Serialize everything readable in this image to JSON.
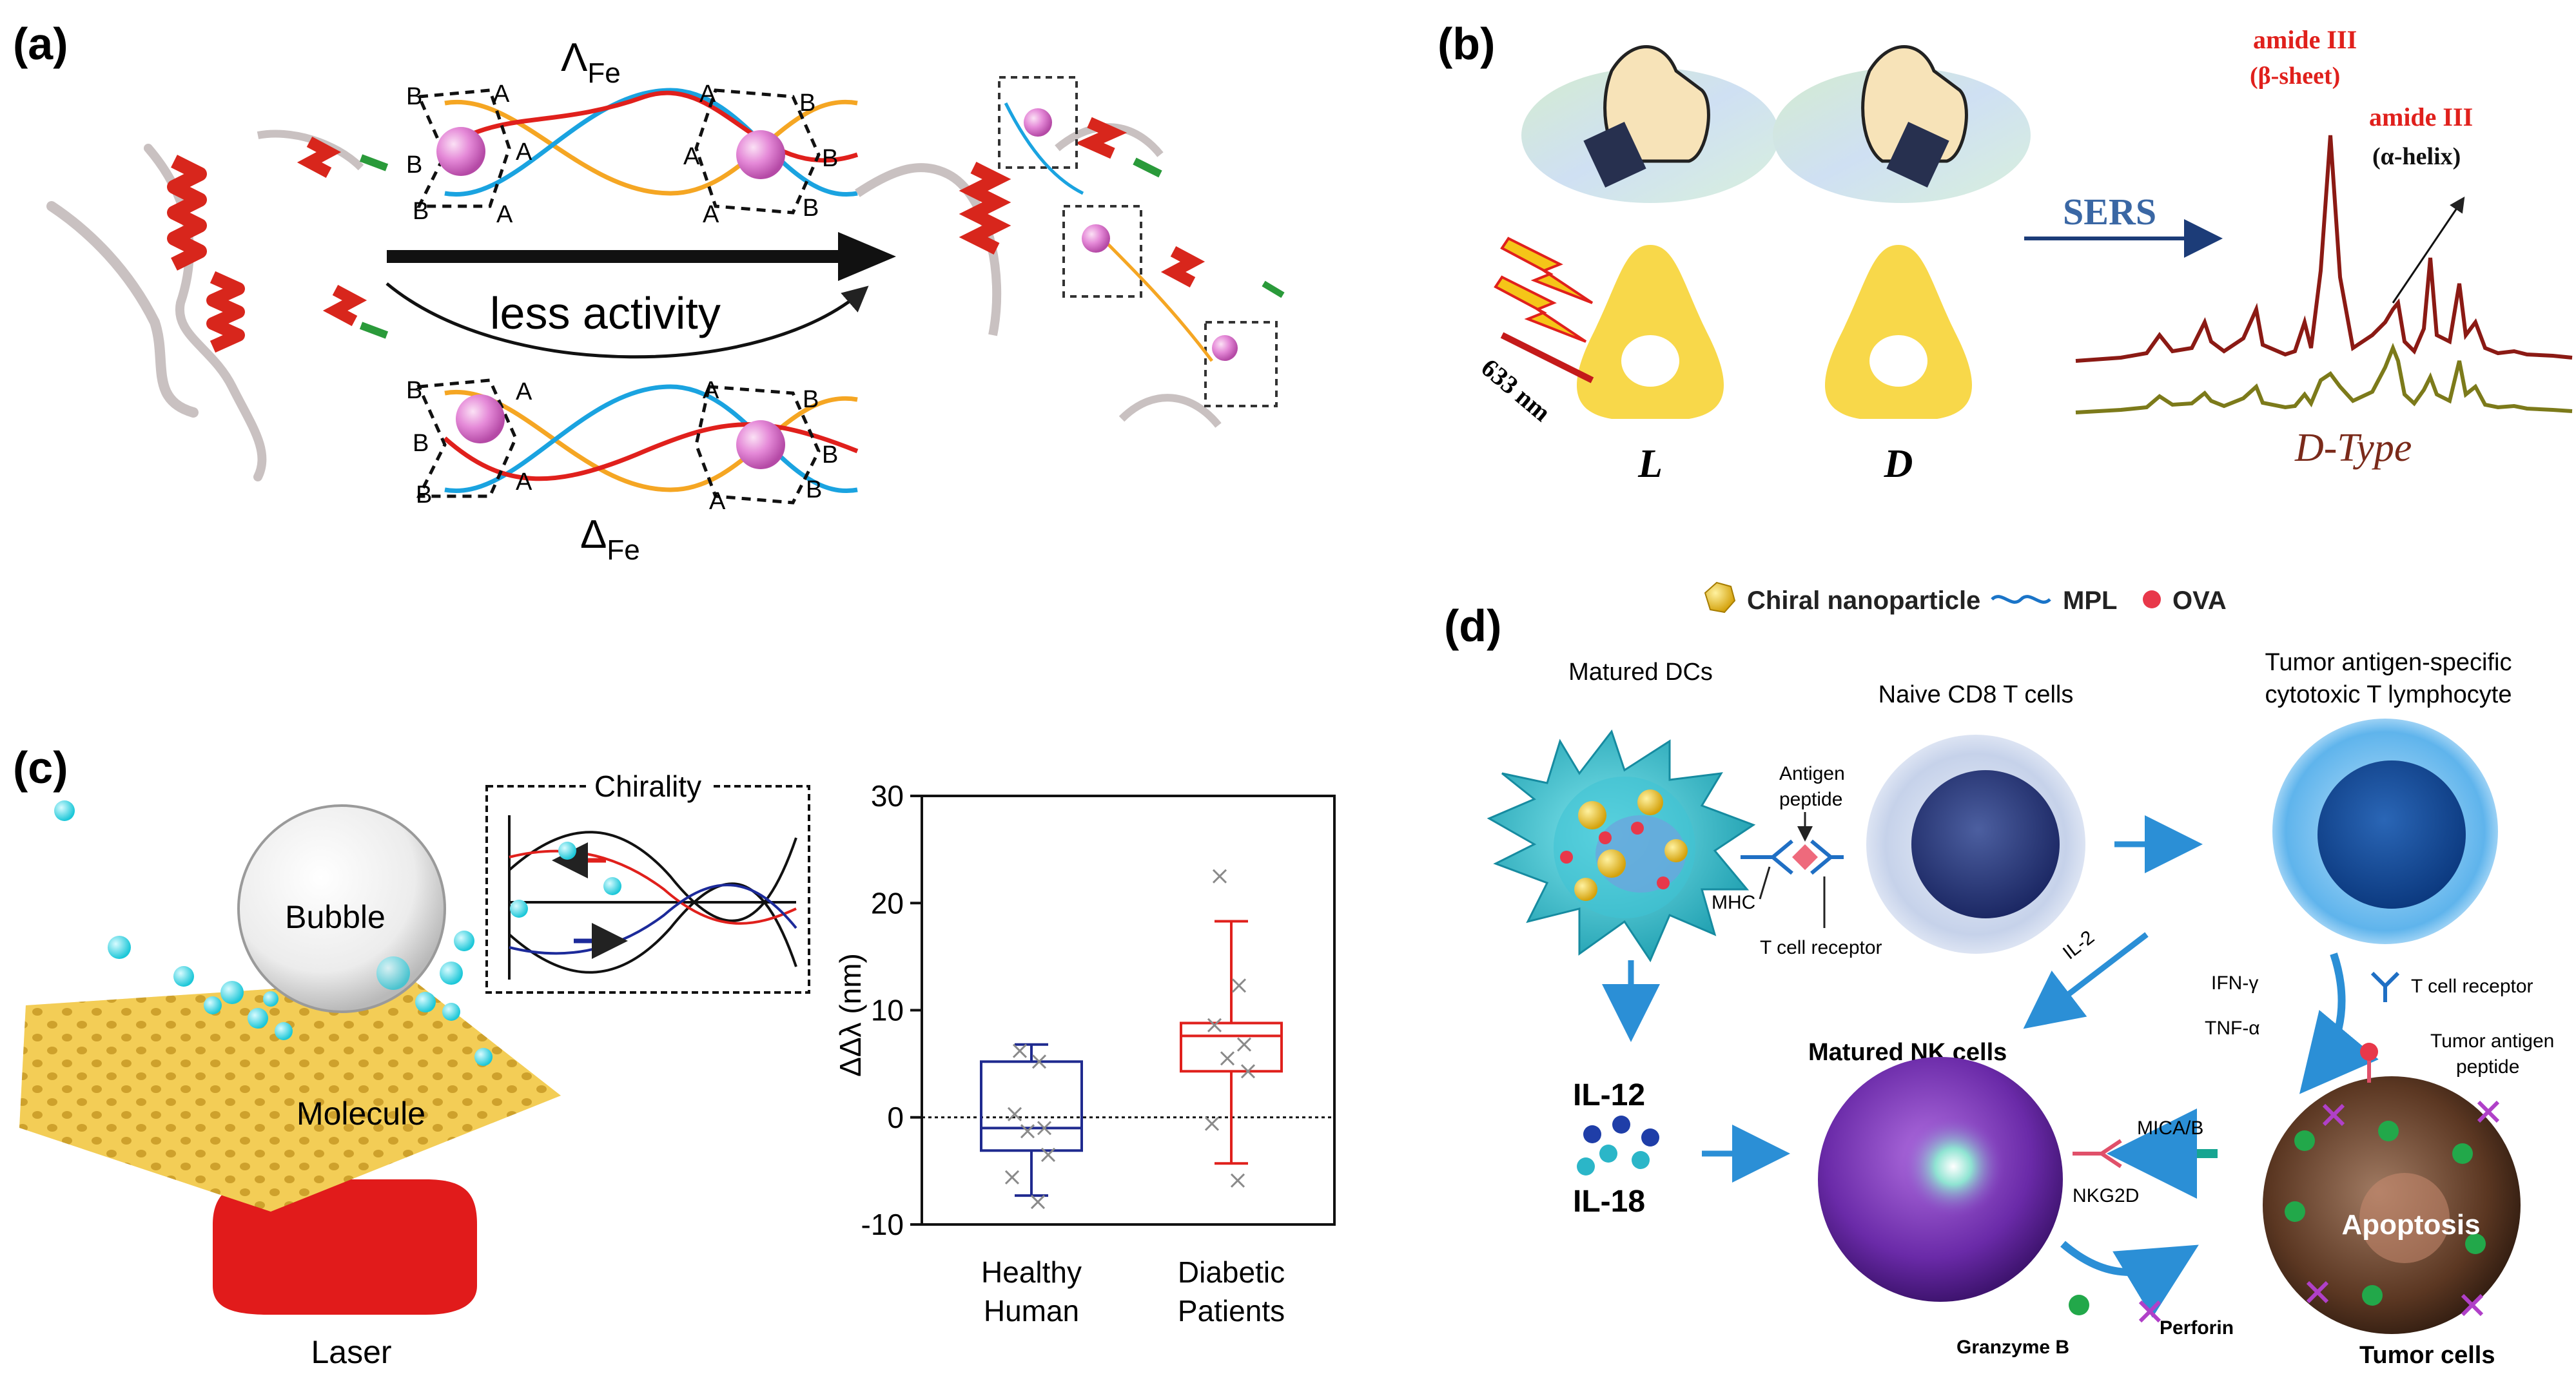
{
  "panel_a": {
    "label": "(a)",
    "lambda_label": "Λ",
    "lambda_sub": "Fe",
    "delta_label": "Δ",
    "delta_sub": "Fe",
    "arrow_text": "less activity",
    "vertex_a": "A",
    "vertex_b": "B"
  },
  "panel_b": {
    "label": "(b)",
    "wavelength": "633 nm",
    "label_L": "L",
    "label_D": "D",
    "sers": "SERS",
    "amide_beta": "amide III",
    "amide_beta_sub": "(β-sheet)",
    "amide_alpha": "amide III",
    "amide_alpha_sub": "(α-helix)",
    "dtype": "D-Type",
    "colors": {
      "top_spectrum": "#8b1a14",
      "bottom_spectrum": "#7c7a1a",
      "amide_text": "#e0201c"
    }
  },
  "panel_c": {
    "label": "(c)",
    "bubble": "Bubble",
    "molecule": "Molecule",
    "laser": "Laser",
    "chirality": "Chirality"
  },
  "panel_d": {
    "label": "(d)",
    "legend": {
      "chiral_np": "Chiral nanoparticle",
      "mpl": "MPL",
      "ova": "OVA"
    },
    "matured_dcs": "Matured DCs",
    "naive_cd8": "Naive CD8 T cells",
    "ctl_line1": "Tumor antigen-specific",
    "ctl_line2": "cytotoxic T lymphocyte",
    "antigen_peptide_1": "Antigen",
    "antigen_peptide_2": "peptide",
    "mhc": "MHC",
    "t_cell_receptor": "T cell receptor",
    "il2": "IL-2",
    "ifn": "IFN-γ",
    "tnf": "TNF-α",
    "t_cell_receptor_2": "T cell receptor",
    "tumor_antigen_1": "Tumor antigen",
    "tumor_antigen_2": "peptide",
    "matured_nk": "Matured NK cells",
    "il12": "IL-12",
    "il18": "IL-18",
    "mica": "MICA/B",
    "nkg2d": "NKG2D",
    "apoptosis": "Apoptosis",
    "granzyme": "Granzyme B",
    "perforin": "Perforin",
    "tumor_cells": "Tumor cells"
  },
  "chart_data": {
    "type": "box",
    "categories": [
      "Healthy Human",
      "Diabetic Patients"
    ],
    "category_lines": [
      [
        "Healthy",
        "Human"
      ],
      [
        "Diabetic",
        "Patients"
      ]
    ],
    "ylabel": "ΔΔλ (nm)",
    "ylim": [
      -10,
      30
    ],
    "yticks": [
      -10,
      0,
      10,
      20,
      30
    ],
    "reference_line": 0,
    "boxes": [
      {
        "name": "Healthy Human",
        "color": "#1f2a8f",
        "whisker_low": -7.3,
        "q1": -3.1,
        "median": -1.0,
        "q3": 5.2,
        "whisker_high": 6.8,
        "points": [
          6.2,
          5.2,
          0.3,
          -1.0,
          -1.3,
          -3.5,
          -5.6,
          -7.9
        ]
      },
      {
        "name": "Diabetic Patients",
        "color": "#e0201c",
        "whisker_low": -4.3,
        "q1": 4.3,
        "median": 7.6,
        "q3": 8.8,
        "whisker_high": 18.3,
        "points": [
          22.5,
          12.3,
          8.6,
          6.8,
          5.5,
          4.3,
          -0.6,
          -5.9
        ]
      }
    ]
  }
}
